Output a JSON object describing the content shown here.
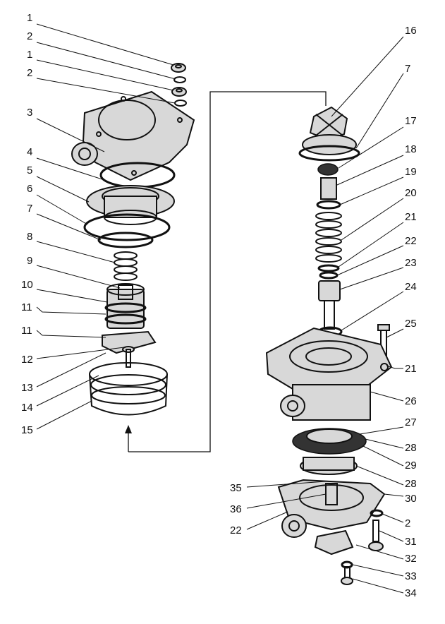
{
  "labels": {
    "l1a": "1",
    "l2a": "2",
    "l1b": "1",
    "l2b": "2",
    "l3": "3",
    "l4": "4",
    "l5": "5",
    "l6": "6",
    "l7a": "7",
    "l8": "8",
    "l9": "9",
    "l10": "10",
    "l11a": "11",
    "l11b": "11",
    "l12": "12",
    "l13": "13",
    "l14": "14",
    "l15": "15",
    "l16": "16",
    "l7b": "7",
    "l17": "17",
    "l18": "18",
    "l19": "19",
    "l20": "20",
    "l21a": "21",
    "l22a": "22",
    "l23": "23",
    "l24": "24",
    "l25": "25",
    "l21b": "21",
    "l26": "26",
    "l27": "27",
    "l28a": "28",
    "l29": "29",
    "l28b": "28",
    "l35": "35",
    "l30": "30",
    "l36": "36",
    "l2c": "2",
    "l22b": "22",
    "l31": "31",
    "l32": "32",
    "l33": "33",
    "l34": "34"
  }
}
